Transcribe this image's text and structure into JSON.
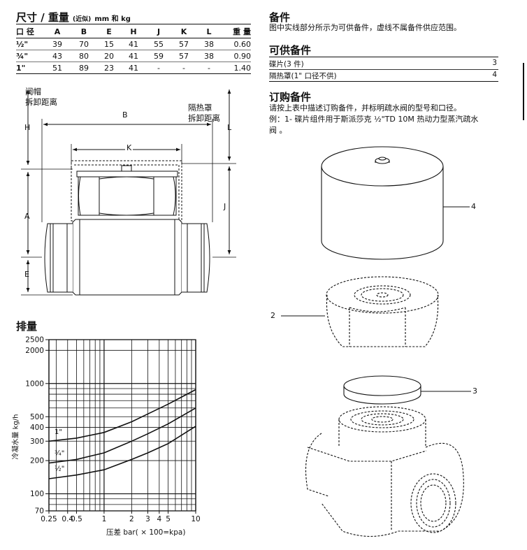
{
  "dimensions": {
    "title": "尺寸 / 重量",
    "approx": "(近似)",
    "units": "mm 和 kg",
    "headers": [
      "口 径",
      "A",
      "B",
      "E",
      "H",
      "J",
      "K",
      "L",
      "重 量"
    ],
    "rows": [
      [
        "½\"",
        "39",
        "70",
        "15",
        "41",
        "55",
        "57",
        "38",
        "0.60"
      ],
      [
        "¾\"",
        "43",
        "80",
        "20",
        "41",
        "59",
        "57",
        "38",
        "0.90"
      ],
      [
        "1\"",
        "51",
        "89",
        "23",
        "41",
        "-",
        "-",
        "-",
        "1.40"
      ]
    ]
  },
  "drawing": {
    "cap_label_1": "阀帽",
    "cap_label_2": "拆卸距离",
    "shield_label_1": "隔热罩",
    "shield_label_2": "拆卸距离",
    "dim_H": "H",
    "dim_B": "B",
    "dim_K": "K",
    "dim_L": "L",
    "dim_A": "A",
    "dim_J": "J",
    "dim_E": "E"
  },
  "spares": {
    "title": "备件",
    "desc": "图中实线部分所示为可供备件，虚线不属备件供应范围。",
    "available_title": "可供备件",
    "items": [
      {
        "name": "碟片(3 件)",
        "number": "3"
      },
      {
        "name": "隔热罩(1\" 口径不供)",
        "number": "4"
      }
    ],
    "order_title": "订购备件",
    "order_line1": "请按上表中描述订购备件，并标明疏水阀的型号和口径。",
    "order_line2": "例：1- 碟片组件用于斯派莎克 ½\"TD 10M  热动力型蒸汽疏水",
    "order_line3": "阀 。"
  },
  "exploded": {
    "label_4": "4",
    "label_2": "2",
    "label_3": "3"
  },
  "capacity": {
    "title": "排量"
  },
  "chart_data": {
    "type": "line",
    "x_scale": "log",
    "y_scale": "log",
    "xlim": [
      0.25,
      10
    ],
    "ylim": [
      70,
      2500
    ],
    "x_ticks": [
      "0.25",
      "0.4",
      "0.5",
      "1",
      "2",
      "3",
      "4",
      "5",
      "10"
    ],
    "y_ticks": [
      "2500",
      "2000",
      "1000",
      "500",
      "400",
      "300",
      "200",
      "100",
      "70"
    ],
    "xlabel": "压差 bar( × 100=kpa)",
    "ylabel": "冷凝水量 kg/h",
    "series": [
      {
        "name": "1\"",
        "x": [
          0.25,
          0.5,
          1,
          2,
          3,
          5,
          10
        ],
        "y": [
          300,
          320,
          360,
          450,
          530,
          650,
          880
        ]
      },
      {
        "name": "¾\"",
        "x": [
          0.25,
          0.5,
          1,
          2,
          3,
          5,
          10
        ],
        "y": [
          190,
          205,
          235,
          300,
          350,
          430,
          600
        ]
      },
      {
        "name": "½\"",
        "x": [
          0.25,
          0.5,
          1,
          2,
          3,
          5,
          10
        ],
        "y": [
          137,
          148,
          165,
          205,
          235,
          285,
          410
        ]
      }
    ]
  }
}
